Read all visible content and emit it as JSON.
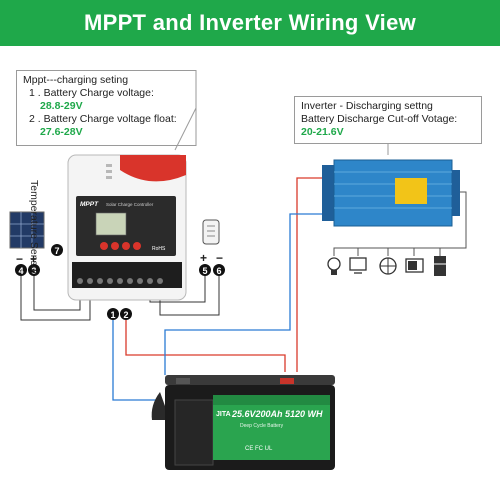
{
  "header": {
    "title": "MPPT and Inverter Wiring View",
    "bg": "#1fa84a"
  },
  "mppt_callout": {
    "heading": "Mppt---charging seting",
    "item1_label": "1 . Battery Charge voltage:",
    "item1_value": "28.8-29V",
    "item2_label": "2 . Battery Charge voltage float:",
    "item2_value": "27.6-28V"
  },
  "inverter_callout": {
    "line1": "Inverter - Discharging settng",
    "line2": "Battery Discharge Cut-off Votage:",
    "value": "20-21.6V"
  },
  "controller": {
    "brand": "MPPT",
    "subtitle": "Solar Charge Controller",
    "rohs": "RoHS",
    "temp_sensor_label": "Temperature Sensor"
  },
  "terminals": {
    "solar_minus": "−",
    "solar_plus": "+",
    "load_plus": "+",
    "load_minus": "−",
    "t1": "1",
    "t2": "2",
    "t3": "3",
    "t4": "4",
    "t5": "5",
    "t6": "6",
    "t7": "7"
  },
  "battery": {
    "brand": "JITA",
    "spec": "25.6V200Ah 5120 WH",
    "type": "Deep Cycle Battery",
    "cert_marks": "CE FC UL"
  },
  "colors": {
    "green": "#1fa84a",
    "red_wire": "#d93a2b",
    "blue_wire": "#2a7bd4",
    "inverter": "#2e86c9"
  },
  "appliance_icons": [
    "bulb-icon",
    "tv-icon",
    "fan-icon",
    "microwave-icon",
    "fridge-icon"
  ]
}
